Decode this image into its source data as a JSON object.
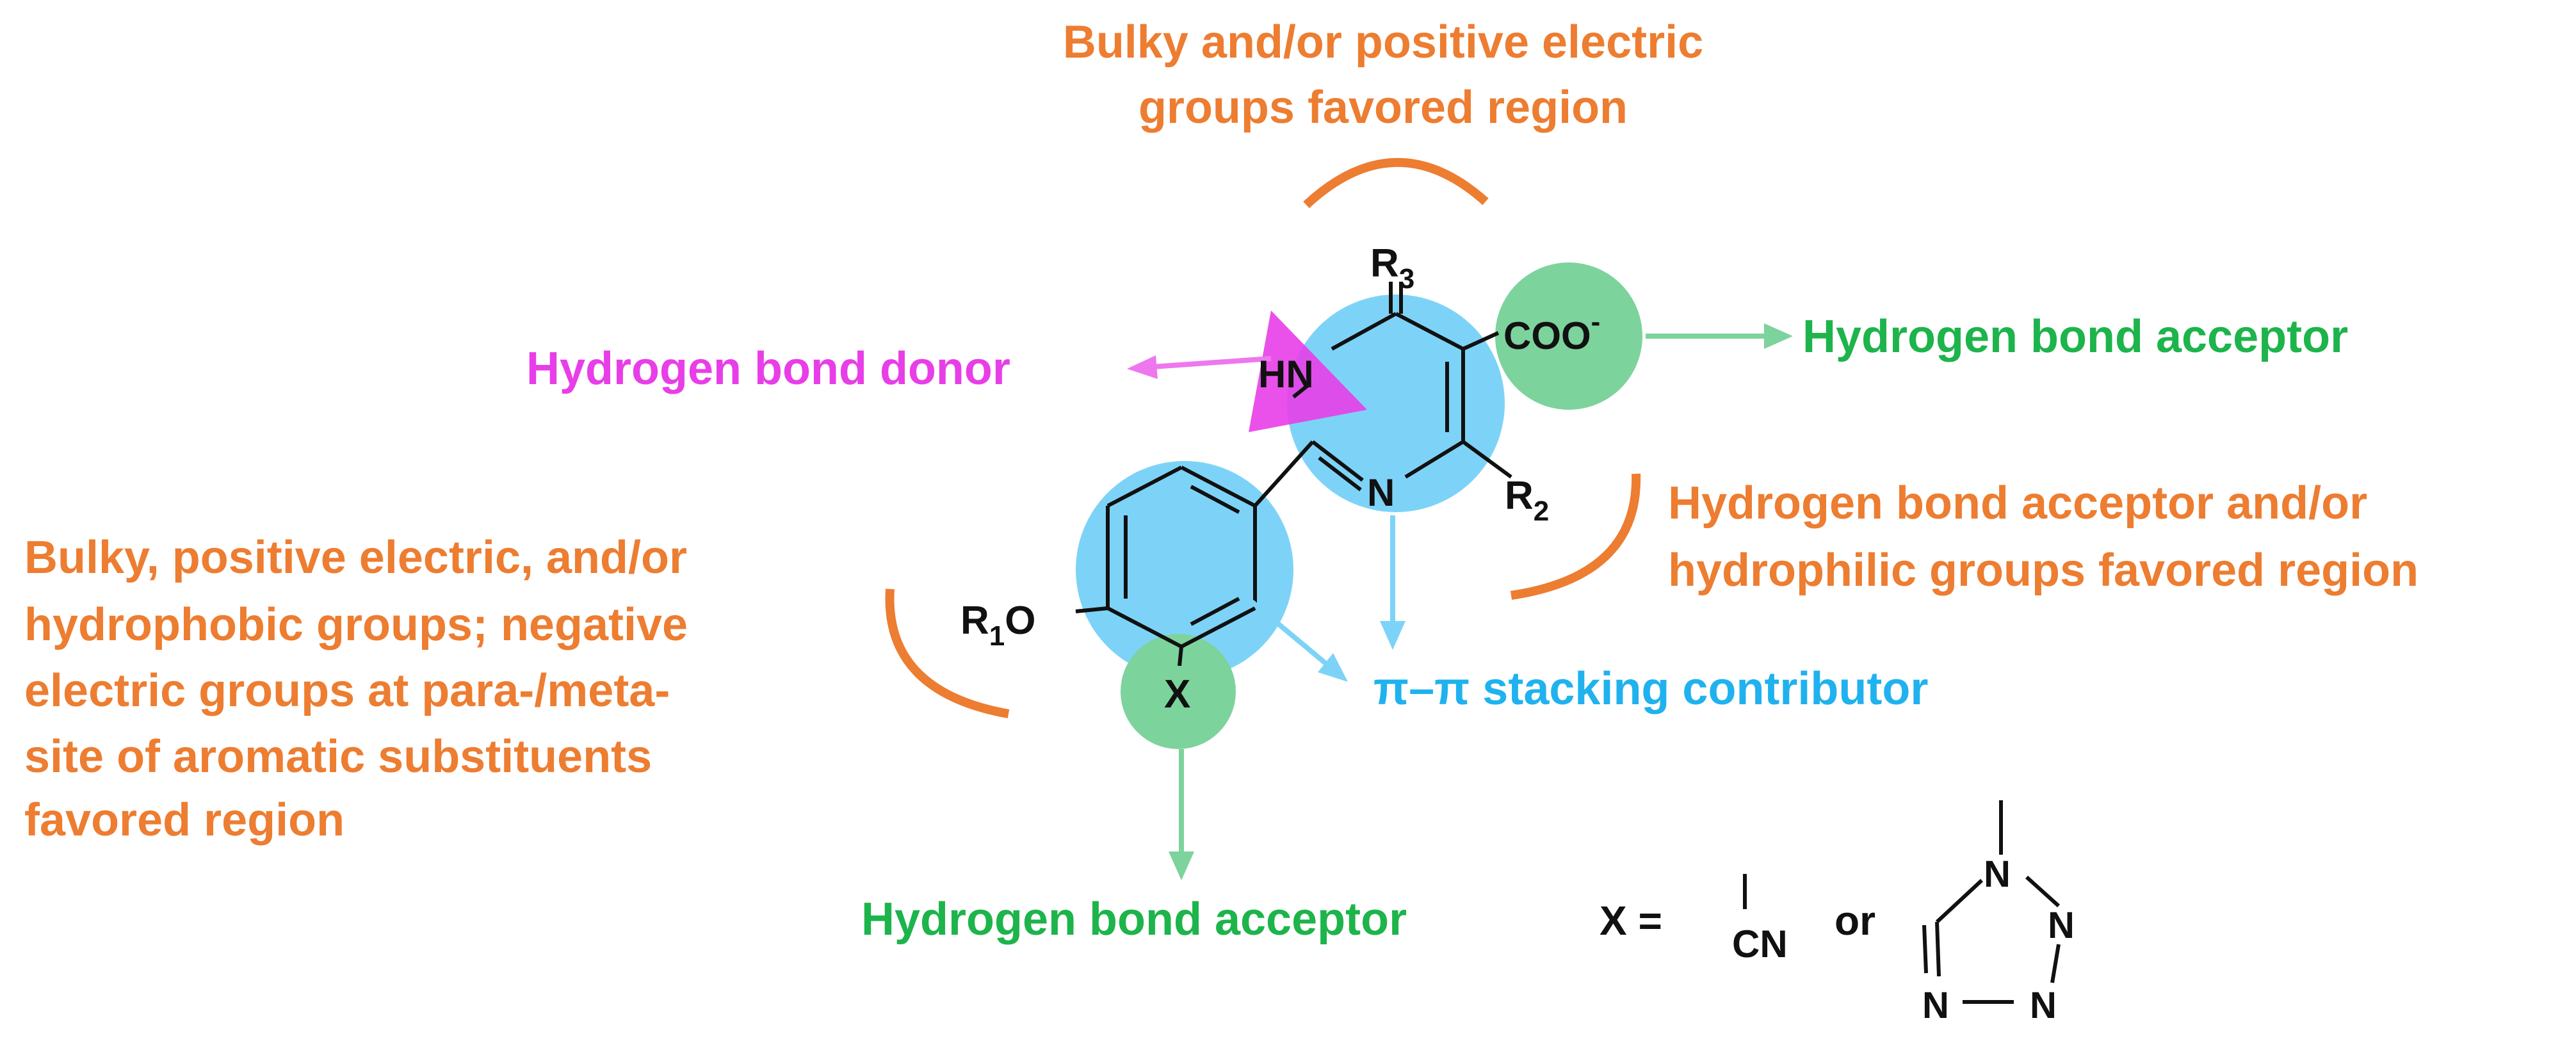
{
  "regions": {
    "top": [
      "Bulky and/or positive electric",
      "groups favored region"
    ],
    "right": [
      "Hydrogen bond acceptor and/or",
      "hydrophilic  groups favored region"
    ],
    "left": [
      "Bulky, positive electric, and/or",
      "hydrophobic groups; negative",
      "electric groups at para-/meta-",
      "site of aromatic substituents",
      "favored region"
    ]
  },
  "features": {
    "hbond_donor": "Hydrogen  bond  donor",
    "hbond_acceptor_coo": "Hydrogen  bond  acceptor",
    "hbond_acceptor_x": "Hydrogen  bond  acceptor",
    "pi_stacking": "π–π stacking contributor"
  },
  "molecule": {
    "r3": "R",
    "r3_sub": "3",
    "r2": "R",
    "r2_sub": "2",
    "r1": "R",
    "r1_sub": "1",
    "r1_o": "O",
    "hn": "HN",
    "n": "N",
    "coo": "COO",
    "coo_charge": "-",
    "x": "X"
  },
  "x_definition": {
    "x_equals": "X =",
    "cn": "CN",
    "or": "or",
    "tetrazole_atoms": [
      "N",
      "N",
      "N",
      "N"
    ]
  },
  "colors": {
    "orange": "#ed7d31",
    "green": "#1db44b",
    "green_circle": "#7dd39c",
    "magenta": "#e83ee8",
    "blue": "#1fb2ee",
    "blue_circle": "#7dd3f7"
  }
}
